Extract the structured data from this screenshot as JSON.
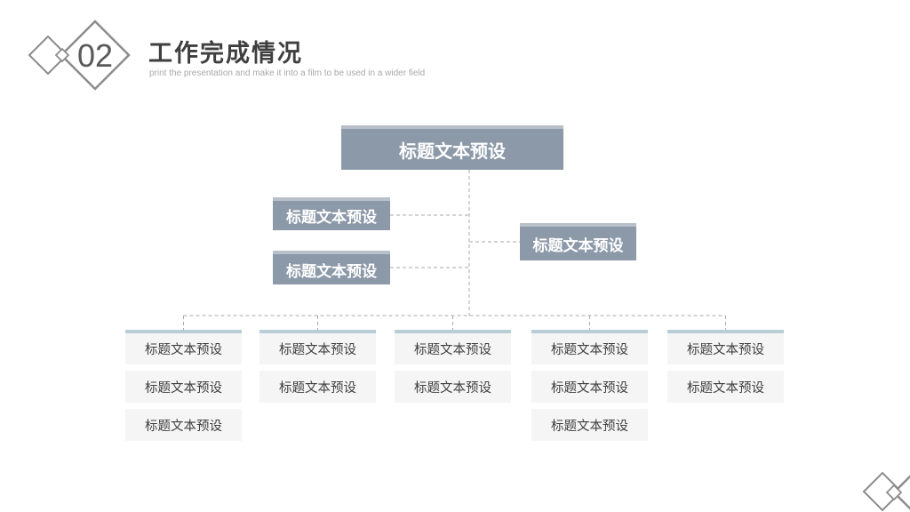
{
  "header": {
    "section_number": "02",
    "title": "工作完成情况",
    "subtitle": "print the presentation and make it into a film to be used in a wider field"
  },
  "org_chart": {
    "root": {
      "label": "标题文本预设"
    },
    "branches": [
      {
        "side": "left-upper",
        "label": "标题文本预设"
      },
      {
        "side": "left-lower",
        "label": "标题文本预设"
      },
      {
        "side": "right",
        "label": "标题文本预设"
      }
    ],
    "columns": [
      {
        "items": [
          "标题文本预设",
          "标题文本预设",
          "标题文本预设"
        ]
      },
      {
        "items": [
          "标题文本预设",
          "标题文本预设"
        ]
      },
      {
        "items": [
          "标题文本预设",
          "标题文本预设"
        ]
      },
      {
        "items": [
          "标题文本预设",
          "标题文本预设",
          "标题文本预设"
        ]
      },
      {
        "items": [
          "标题文本预设",
          "标题文本预设"
        ]
      }
    ]
  },
  "icons": {
    "top_left": "diamond-outline-decor",
    "bottom_right": "diamond-outline-decor"
  },
  "colors": {
    "primary_box_bg": "#8C99A8",
    "primary_box_strip": "#B8C0CA",
    "leaf_box_bg": "#F5F5F5",
    "leaf_box_strip": "#B7CED6",
    "leaf_text": "#404040",
    "box_text": "#FFFFFF",
    "connector": "#A9A9A9",
    "title_text": "#3F3F3F",
    "subtitle_text": "#A9A9A9",
    "section_number_color": "#595959",
    "decor_stroke": "#8C8C8C"
  }
}
